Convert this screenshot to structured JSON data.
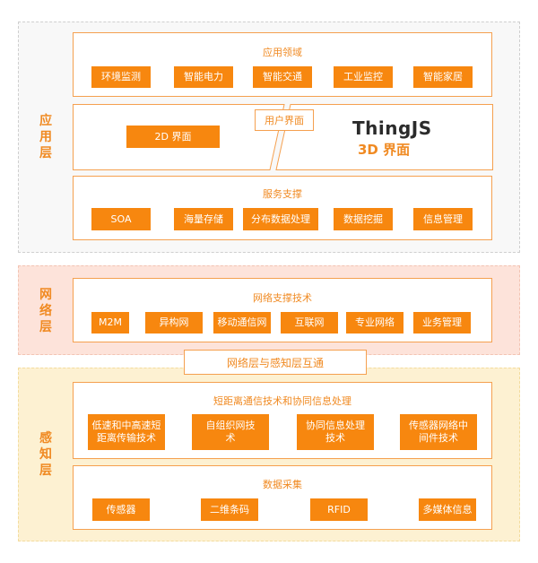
{
  "layers": {
    "app": "应用层",
    "net": "网络层",
    "sense": "感知层"
  },
  "app_domain": {
    "title": "应用领域",
    "items": [
      "环境监测",
      "智能电力",
      "智能交通",
      "工业监控",
      "智能家居"
    ]
  },
  "ui": {
    "tag": "用户界面",
    "left_button": "2D 界面",
    "logo": "ThingJS",
    "logo_sub": "3D 界面"
  },
  "service": {
    "title": "服务支撑",
    "items": [
      "SOA",
      "海量存储",
      "分布数据处理",
      "数据挖掘",
      "信息管理"
    ]
  },
  "network": {
    "title": "网络支撑技术",
    "items": [
      "M2M",
      "异构网",
      "移动通信网",
      "互联网",
      "专业网络",
      "业务管理"
    ]
  },
  "bridge": "网络层与感知层互通",
  "short_range": {
    "title": "短距离通信技术和协同信息处理",
    "items": [
      "低速和中高速短距离传输技术",
      "自组织网技术",
      "协同信息处理技术",
      "传感器网络中间件技术"
    ]
  },
  "collection": {
    "title": "数据采集",
    "items": [
      "传感器",
      "二维条码",
      "RFID",
      "多媒体信息"
    ]
  }
}
